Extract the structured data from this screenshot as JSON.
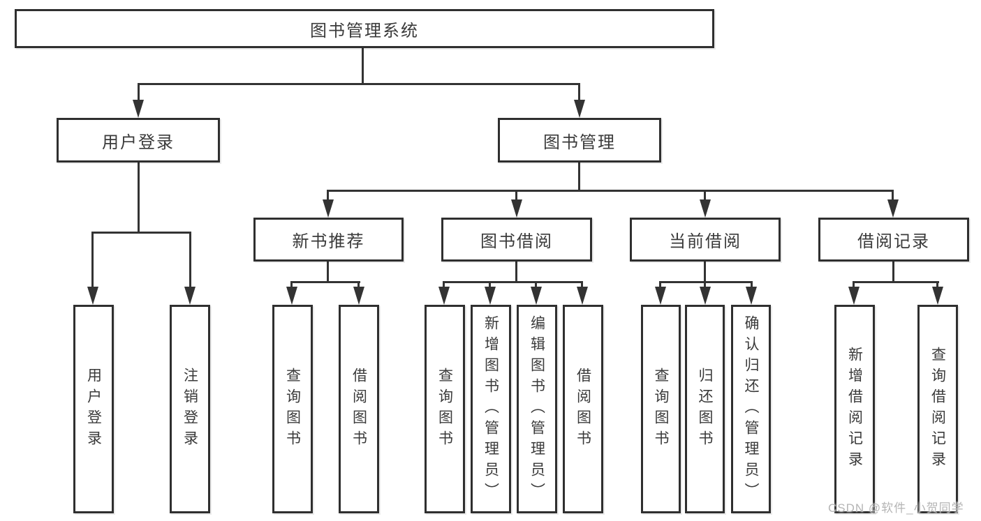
{
  "diagram": {
    "root": {
      "label": "图书管理系统"
    },
    "level2": [
      {
        "label": "用户登录"
      },
      {
        "label": "图书管理"
      }
    ],
    "level3": [
      {
        "label": "新书推荐"
      },
      {
        "label": "图书借阅"
      },
      {
        "label": "当前借阅"
      },
      {
        "label": "借阅记录"
      }
    ],
    "leaves": [
      {
        "label": "用户登录"
      },
      {
        "label": "注销登录"
      },
      {
        "label": "查询图书"
      },
      {
        "label": "借阅图书"
      },
      {
        "label": "查询图书"
      },
      {
        "label": "新增图书（管理员）"
      },
      {
        "label": "编辑图书（管理员）"
      },
      {
        "label": "借阅图书"
      },
      {
        "label": "查询图书"
      },
      {
        "label": "归还图书"
      },
      {
        "label": "确认归还（管理员）"
      },
      {
        "label": "新增借阅记录"
      },
      {
        "label": "查询借阅记录"
      }
    ],
    "watermark": "CSDN @软件_小贺同学",
    "colors": {
      "line": "#333333",
      "box_border": "#2f2f2f",
      "box_fill": "#ffffff",
      "text": "#3a3a3a",
      "watermark": "#b5b5b5",
      "background": "#ffffff"
    }
  }
}
